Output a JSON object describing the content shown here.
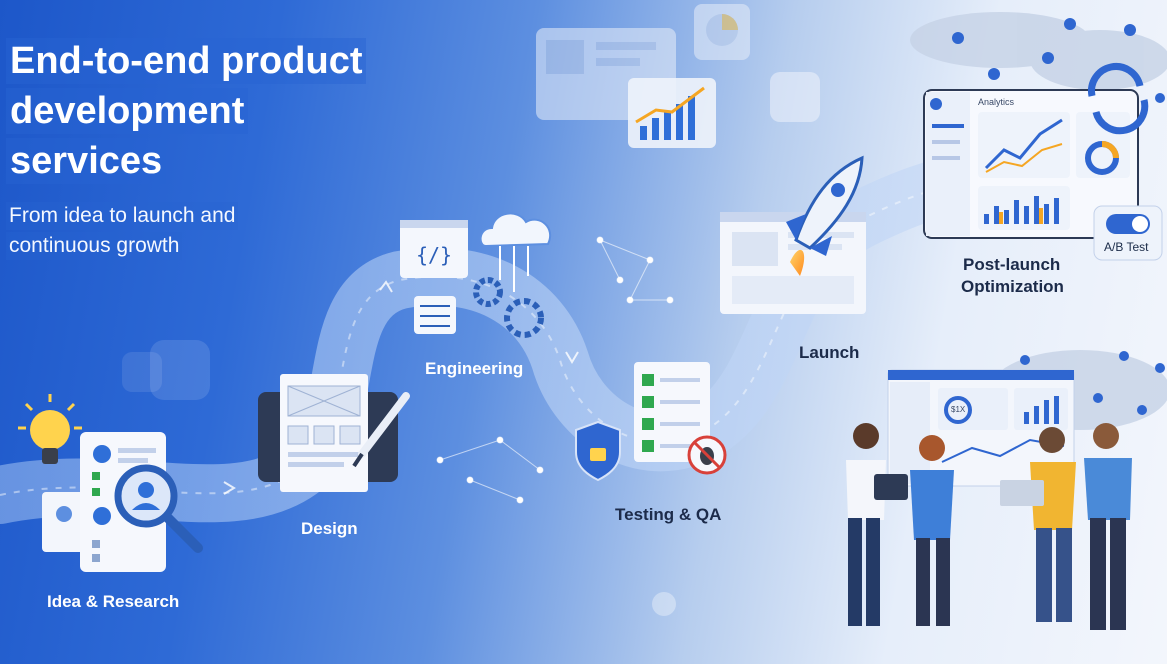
{
  "hero": {
    "title_lines": [
      "End-to-end product",
      "development",
      "services"
    ],
    "subtitle_lines": [
      "From idea to launch and",
      "continuous growth"
    ]
  },
  "stages": [
    {
      "label": "Idea & Research",
      "icon": "lightbulb-icon"
    },
    {
      "label": "Design",
      "icon": "wireframe-tablet-icon"
    },
    {
      "label": "Engineering",
      "icon": "code-cloud-gear-icon"
    },
    {
      "label": "Testing & QA",
      "icon": "checklist-shield-icon"
    },
    {
      "label": "Launch",
      "icon": "rocket-icon"
    }
  ],
  "post_launch": {
    "label_lines": [
      "Post-launch",
      "Optimization"
    ],
    "dashboard_title": "Analytics",
    "toggle_label": "A/B Test"
  },
  "team_dashboard": {
    "center_value": "$1X"
  },
  "colors": {
    "brand_blue": "#1d57c9",
    "accent_orange": "#f5a623",
    "check_green": "#2fa84f",
    "bug_red": "#d8413a"
  }
}
